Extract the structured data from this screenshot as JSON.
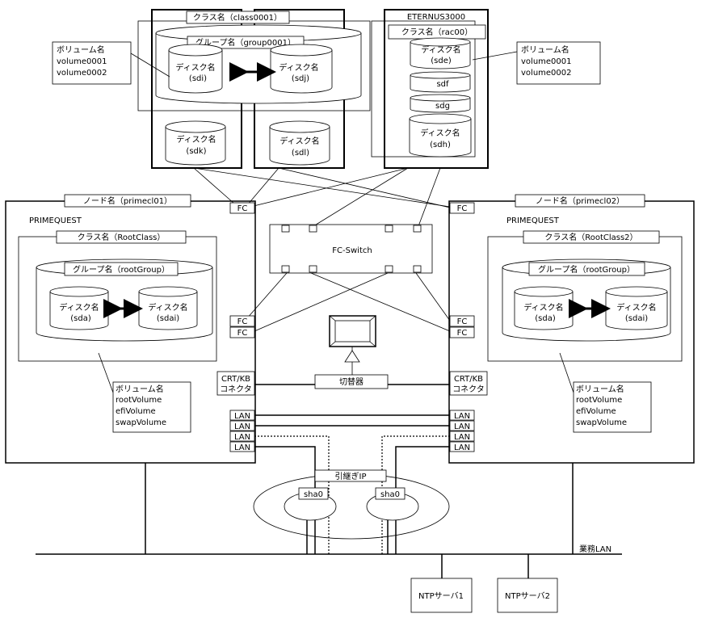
{
  "storage": {
    "class_left": "クラス名（class0001）",
    "group_left": "グループ名（group0001）",
    "disk_name": "ディスク名",
    "sdi": "(sdi)",
    "sdj": "(sdj)",
    "sdk": "(sdk)",
    "sdl": "(sdl)",
    "volume_left": {
      "title": "ボリューム名",
      "v1": "volume0001",
      "v2": "volume0002"
    },
    "eternus_title": "ETERNUS3000",
    "class_right": "クラス名（rac00）",
    "sde": "(sde)",
    "sdf": "sdf",
    "sdg": "sdg",
    "sdh": "(sdh)",
    "volume_right": {
      "title": "ボリューム名",
      "v1": "volume0001",
      "v2": "volume0002"
    }
  },
  "node1": {
    "title": "ノード名（primecl01）",
    "product": "PRIMEQUEST",
    "class": "クラス名（RootClass）",
    "group": "グループ名（rootGroup）",
    "disk_name": "ディスク名",
    "sda": "(sda)",
    "sdai": "(sdai)",
    "volume": {
      "title": "ボリューム名",
      "v1": "rootVolume",
      "v2": "efiVolume",
      "v3": "swapVolume"
    }
  },
  "node2": {
    "title": "ノード名（primecl02）",
    "product": "PRIMEQUEST",
    "class": "クラス名（RootClass2）",
    "group": "グループ名（rootGroup）",
    "disk_name": "ディスク名",
    "sda": "(sda)",
    "sdai": "(sdai)",
    "volume": {
      "title": "ボリューム名",
      "v1": "rootVolume",
      "v2": "efiVolume",
      "v3": "swapVolume"
    }
  },
  "ports": {
    "fc": "FC",
    "lan": "LAN",
    "crt_kb_1": "CRT/KB",
    "crt_kb_2": "コネクタ"
  },
  "fc_switch": "FC-Switch",
  "kvm_switch": "切替器",
  "takeover_ip": "引継ぎIP",
  "sha0": "sha0",
  "business_lan": "業務LAN",
  "ntp1": "NTPサーバ1",
  "ntp2": "NTPサーバ2"
}
